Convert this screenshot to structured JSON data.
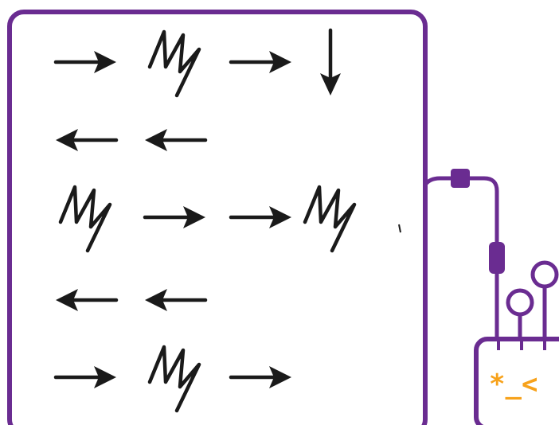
{
  "colors": {
    "frame": "#6a2c91",
    "arrow": "#1a1a1a",
    "face": "#f7a21b",
    "background": "#ffffff"
  },
  "grid_rows": [
    [
      "right-arrow",
      "zigzag-icon",
      "right-arrow",
      "down-arrow"
    ],
    [
      "left-arrow",
      "left-arrow"
    ],
    [
      "zigzag-icon",
      "right-arrow",
      "right-arrow",
      "zigzag-icon"
    ],
    [
      "left-arrow",
      "left-arrow"
    ],
    [
      "right-arrow",
      "zigzag-icon",
      "right-arrow"
    ]
  ],
  "robot": {
    "face_text": "*_<"
  }
}
